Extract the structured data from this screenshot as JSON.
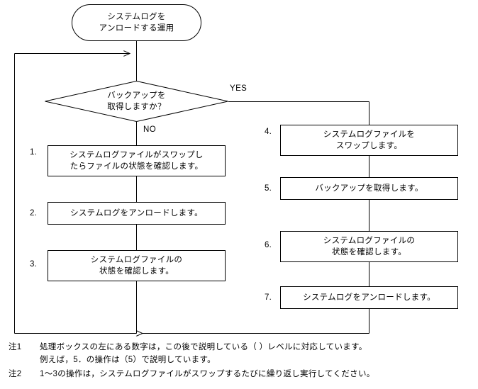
{
  "diagram": {
    "title_node": {
      "id": "start-terminator",
      "text": "システムログを\nアンロードする運用"
    },
    "decision": {
      "id": "backup-decision",
      "text": "バックアップを\n取得しますか？",
      "yes_label": "YES",
      "no_label": "NO"
    },
    "left_branch": {
      "label": "NO",
      "steps": [
        {
          "number": "1.",
          "text": "システムログファイルがスワップし\nたらファイルの状態を確認します。"
        },
        {
          "number": "2.",
          "text": "システムログをアンロードします。"
        },
        {
          "number": "3.",
          "text": "システムログファイルの\n状態を確認します。"
        }
      ]
    },
    "right_branch": {
      "label": "YES",
      "steps": [
        {
          "number": "4.",
          "text": "システムログファイルを\nスワップします。"
        },
        {
          "number": "5.",
          "text": "バックアップを取得します。"
        },
        {
          "number": "6.",
          "text": "システムログファイルの\n状態を確認します。"
        },
        {
          "number": "7.",
          "text": "システムログをアンロードします。"
        }
      ]
    }
  },
  "notes": [
    {
      "tag": "注1",
      "text": "処理ボックスの左にある数字は，この後で説明している（ ）レベルに対応しています。\n例えば，5．の操作は（5）で説明しています。"
    },
    {
      "tag": "注2",
      "text": "1～3の操作は，システムログファイルがスワップするたびに繰り返し実行してください。"
    }
  ],
  "colors": {
    "stroke": "#000000",
    "background": "#ffffff",
    "text": "#000000"
  }
}
